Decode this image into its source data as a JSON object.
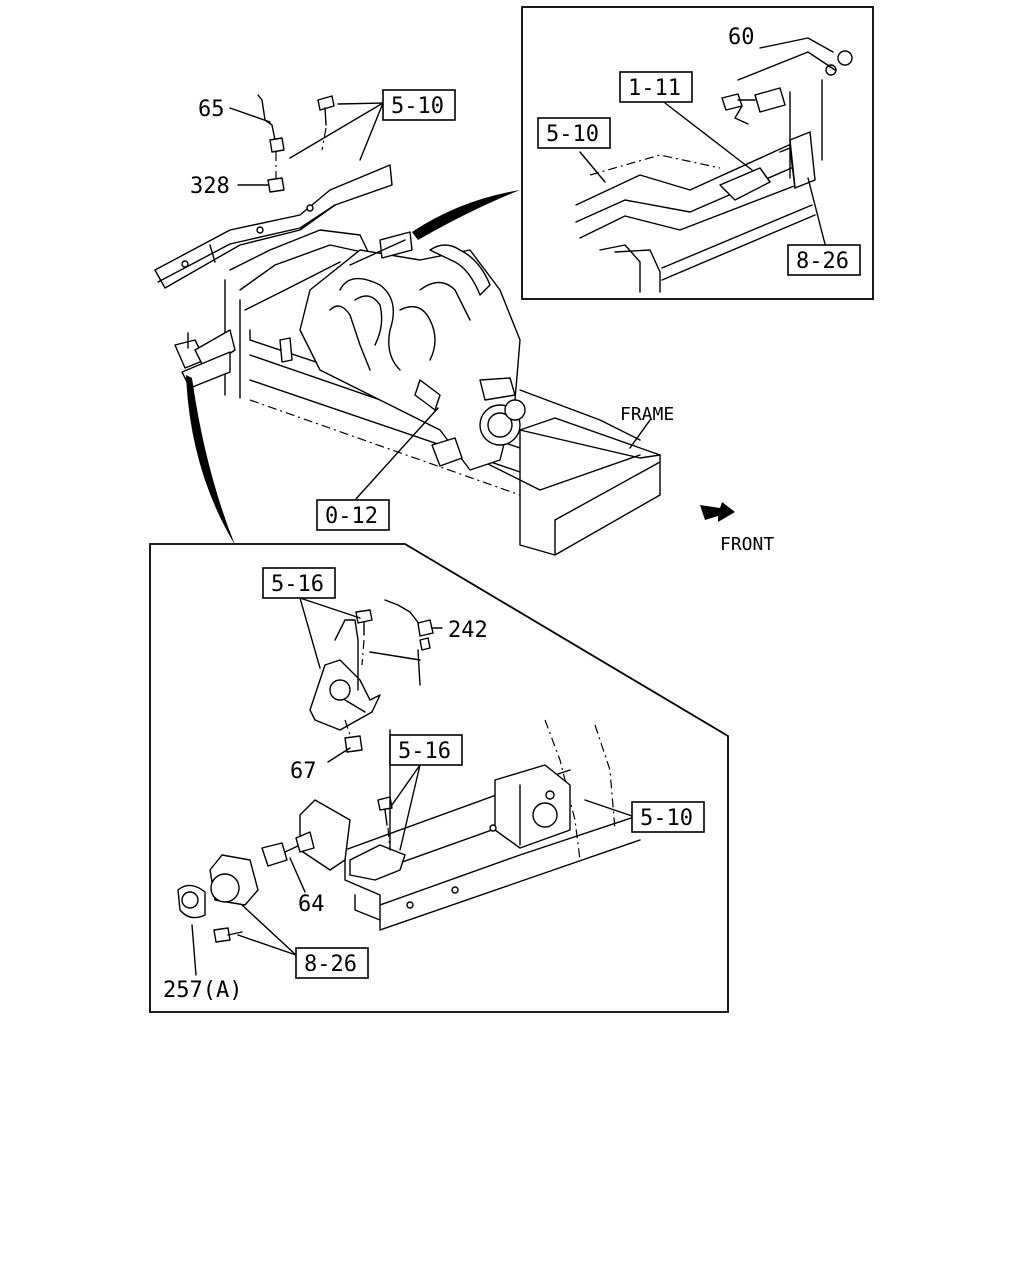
{
  "callouts": {
    "ref_5_10_top": "5-10",
    "ref_1_11": "1-11",
    "ref_5_10_inset": "5-10",
    "ref_8_26_inset": "8-26",
    "ref_0_12": "0-12",
    "ref_5_16_a": "5-16",
    "ref_5_16_b": "5-16",
    "ref_5_10_lower": "5-10",
    "ref_8_26_lower": "8-26"
  },
  "part_numbers": {
    "p65": "65",
    "p328": "328",
    "p60": "60",
    "p242": "242",
    "p67": "67",
    "p64": "64",
    "p257a": "257(A)"
  },
  "labels": {
    "frame": "FRAME",
    "front": "FRONT"
  }
}
